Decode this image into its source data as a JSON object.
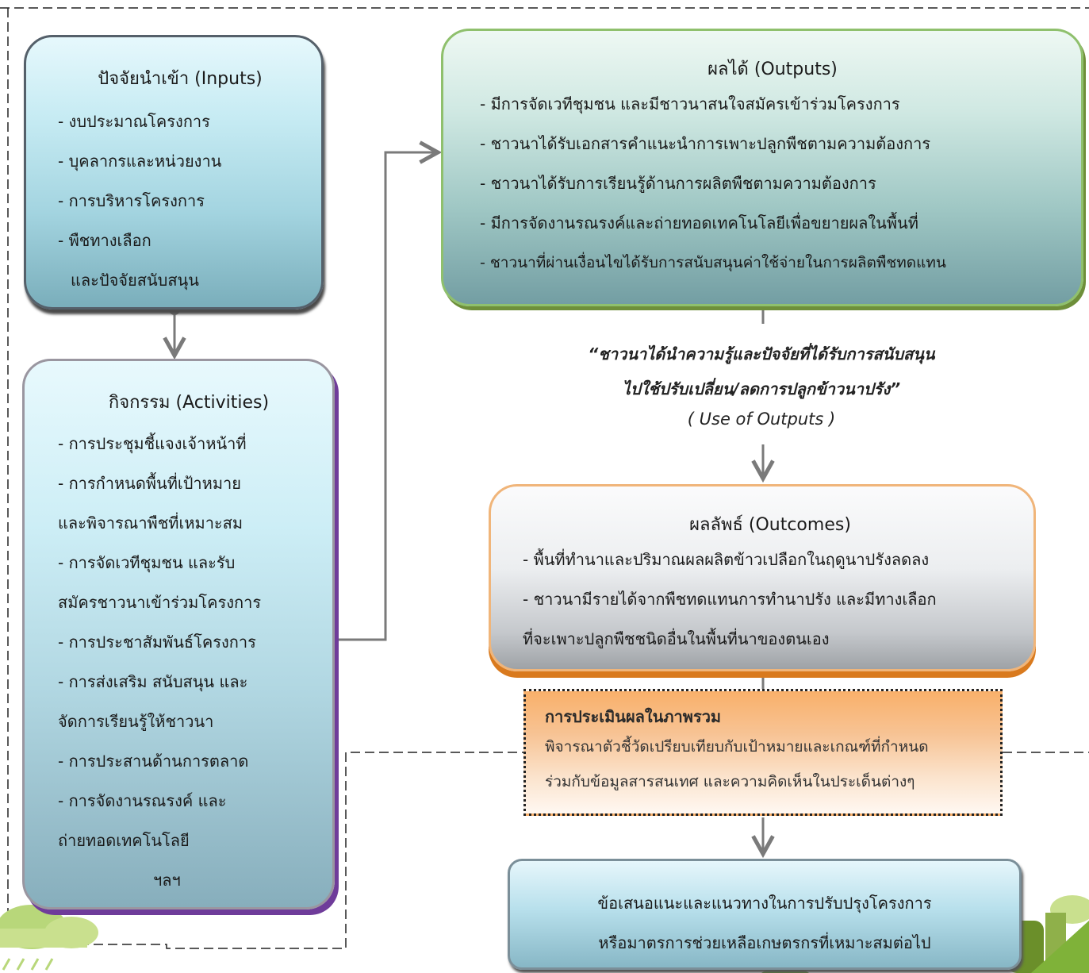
{
  "inputs": {
    "title": "ปัจจัยนำเข้า (Inputs)",
    "items": [
      "- งบประมาณโครงการ",
      "- บุคลากรและหน่วยงาน",
      "- การบริหารโครงการ",
      "- พืชทางเลือก",
      "และปัจจัยสนับสนุน"
    ]
  },
  "activities": {
    "title": "กิจกรรม (Activities)",
    "items": [
      "- การประชุมชี้แจงเจ้าหน้าที่",
      "- การกำหนดพื้นที่เป้าหมาย",
      "และพิจารณาพืชที่เหมาะสม",
      "- การจัดเวทีชุมชน และรับ",
      "สมัครชาวนาเข้าร่วมโครงการ",
      "- การประชาสัมพันธ์โครงการ",
      "- การส่งเสริม สนับสนุน และ",
      "จัดการเรียนรู้ให้ชาวนา",
      "- การประสานด้านการตลาด",
      "- การจัดงานรณรงค์ และ",
      "ถ่ายทอดเทคโนโลยี",
      "ฯลฯ"
    ]
  },
  "outputs": {
    "title": "ผลได้ (Outputs)",
    "items": [
      "- มีการจัดเวทีชุมชน และมีชาวนาสนใจสมัครเข้าร่วมโครงการ",
      "- ชาวนาได้รับเอกสารคำแนะนำการเพาะปลูกพืชตามความต้องการ",
      "- ชาวนาได้รับการเรียนรู้ด้านการผลิตพืชตามความต้องการ",
      "- มีการจัดงานรณรงค์และถ่ายทอดเทคโนโลยีเพื่อขยายผลในพื้นที่",
      "- ชาวนาที่ผ่านเงื่อนไขได้รับการสนับสนุนค่าใช้จ่ายในการผลิตพืชทดแทน"
    ]
  },
  "use_of_outputs": {
    "quote_line1": "“ชาวนาได้นำความรู้และปัจจัยที่ได้รับการสนับสนุน",
    "quote_line2": "ไปใช้ปรับเปลี่ยน/ลดการปลูกข้าวนาปรัง”",
    "label": "( Use of Outputs )"
  },
  "outcomes": {
    "title": "ผลลัพธ์ (Outcomes)",
    "items": [
      "- พื้นที่ทำนาและปริมาณผลผลิตข้าวเปลือกในฤดูนาปรังลดลง",
      "- ชาวนามีรายได้จากพืชทดแทนการทำนาปรัง และมีทางเลือก",
      "ที่จะเพาะปลูกพืชชนิดอื่นในพื้นที่นาของตนเอง"
    ]
  },
  "evaluation": {
    "title": "การประเมินผลในภาพรวม",
    "line1": "พิจารณาตัวชี้วัดเปรียบเทียบกับเป้าหมายและเกณฑ์ที่กำหนด",
    "line2": "ร่วมกับข้อมูลสารสนเทศ และความคิดเห็นในประเด็นต่างๆ"
  },
  "suggestions": {
    "line1": "ข้อเสนอแนะและแนวทางในการปรับปรุงโครงการ",
    "line2": "หรือมาตรการช่วยเหลือเกษตรกรที่เหมาะสมต่อไป"
  },
  "colors": {
    "connector": "#7a7a7a",
    "dash": "#222222",
    "activities_shadow": "#6f3c9a",
    "outputs_border": "#8fc06d",
    "outcomes_shadow": "#d97a1e"
  }
}
